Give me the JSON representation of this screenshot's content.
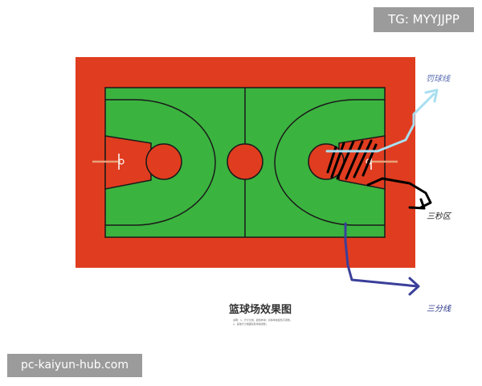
{
  "watermarks": {
    "tg": "TG: MYYJJPP",
    "site": "pc-kaiyun-hub.com"
  },
  "caption": {
    "title": "篮球场效果图",
    "notes": [
      "说明：1、尺寸比例，颜色参考；具体场地配色可调整。",
      "2、其他尺寸根据实际场地调整。"
    ]
  },
  "annotations": {
    "rebound_line": "罚球线",
    "paint_area": "三秒区",
    "three_point_line": "三分线"
  },
  "colors": {
    "outer_surface": "#e03c1f",
    "court_green": "#3bb33f",
    "key_red": "#e03c1f",
    "court_lines": "#1a1a1a",
    "arrow_light_blue": "#a8dff0",
    "arrow_black": "#000000",
    "arrow_dark_blue": "#3a3f9a",
    "backboard": "#ffffff"
  },
  "icons": {
    "rebound_arrow": "arrow-icon",
    "paint_arrow": "arrow-icon",
    "three_point_arrow": "arrow-icon"
  }
}
